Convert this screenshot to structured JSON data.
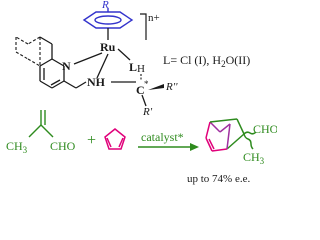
{
  "complex": {
    "substituent_r": "R",
    "charge_label": "n+",
    "metal": "Ru",
    "ligand": "L",
    "nitrogen_ring": "N",
    "amine": "NH",
    "hydrogen": "H",
    "stereocenter": "C",
    "stereo_mark": "*",
    "r_double_prime": "R''",
    "r_prime": "R'",
    "ligand_definition": "L= Cl (I), H",
    "ligand_definition_sub": "2",
    "ligand_definition_end": "O(II)"
  },
  "reaction": {
    "methyl_label": "CH",
    "methyl_sub": "3",
    "aldehyde_label": "CHO",
    "plus_sign": "+",
    "catalyst_label": "catalyst*",
    "product_aldehyde": "CHO",
    "product_methyl": "CH",
    "product_methyl_sub": "3",
    "enantiomeric_excess": "up  to 74% e.e."
  },
  "colors": {
    "arene": "#3333cc",
    "complex_lines": "#1a1a1a",
    "metal_text": "#1a1a1a",
    "reaction_green": "#2e8b1e",
    "reaction_magenta": "#e0007a",
    "reaction_purple": "#a030a0",
    "label_text": "#1a1a1a"
  }
}
